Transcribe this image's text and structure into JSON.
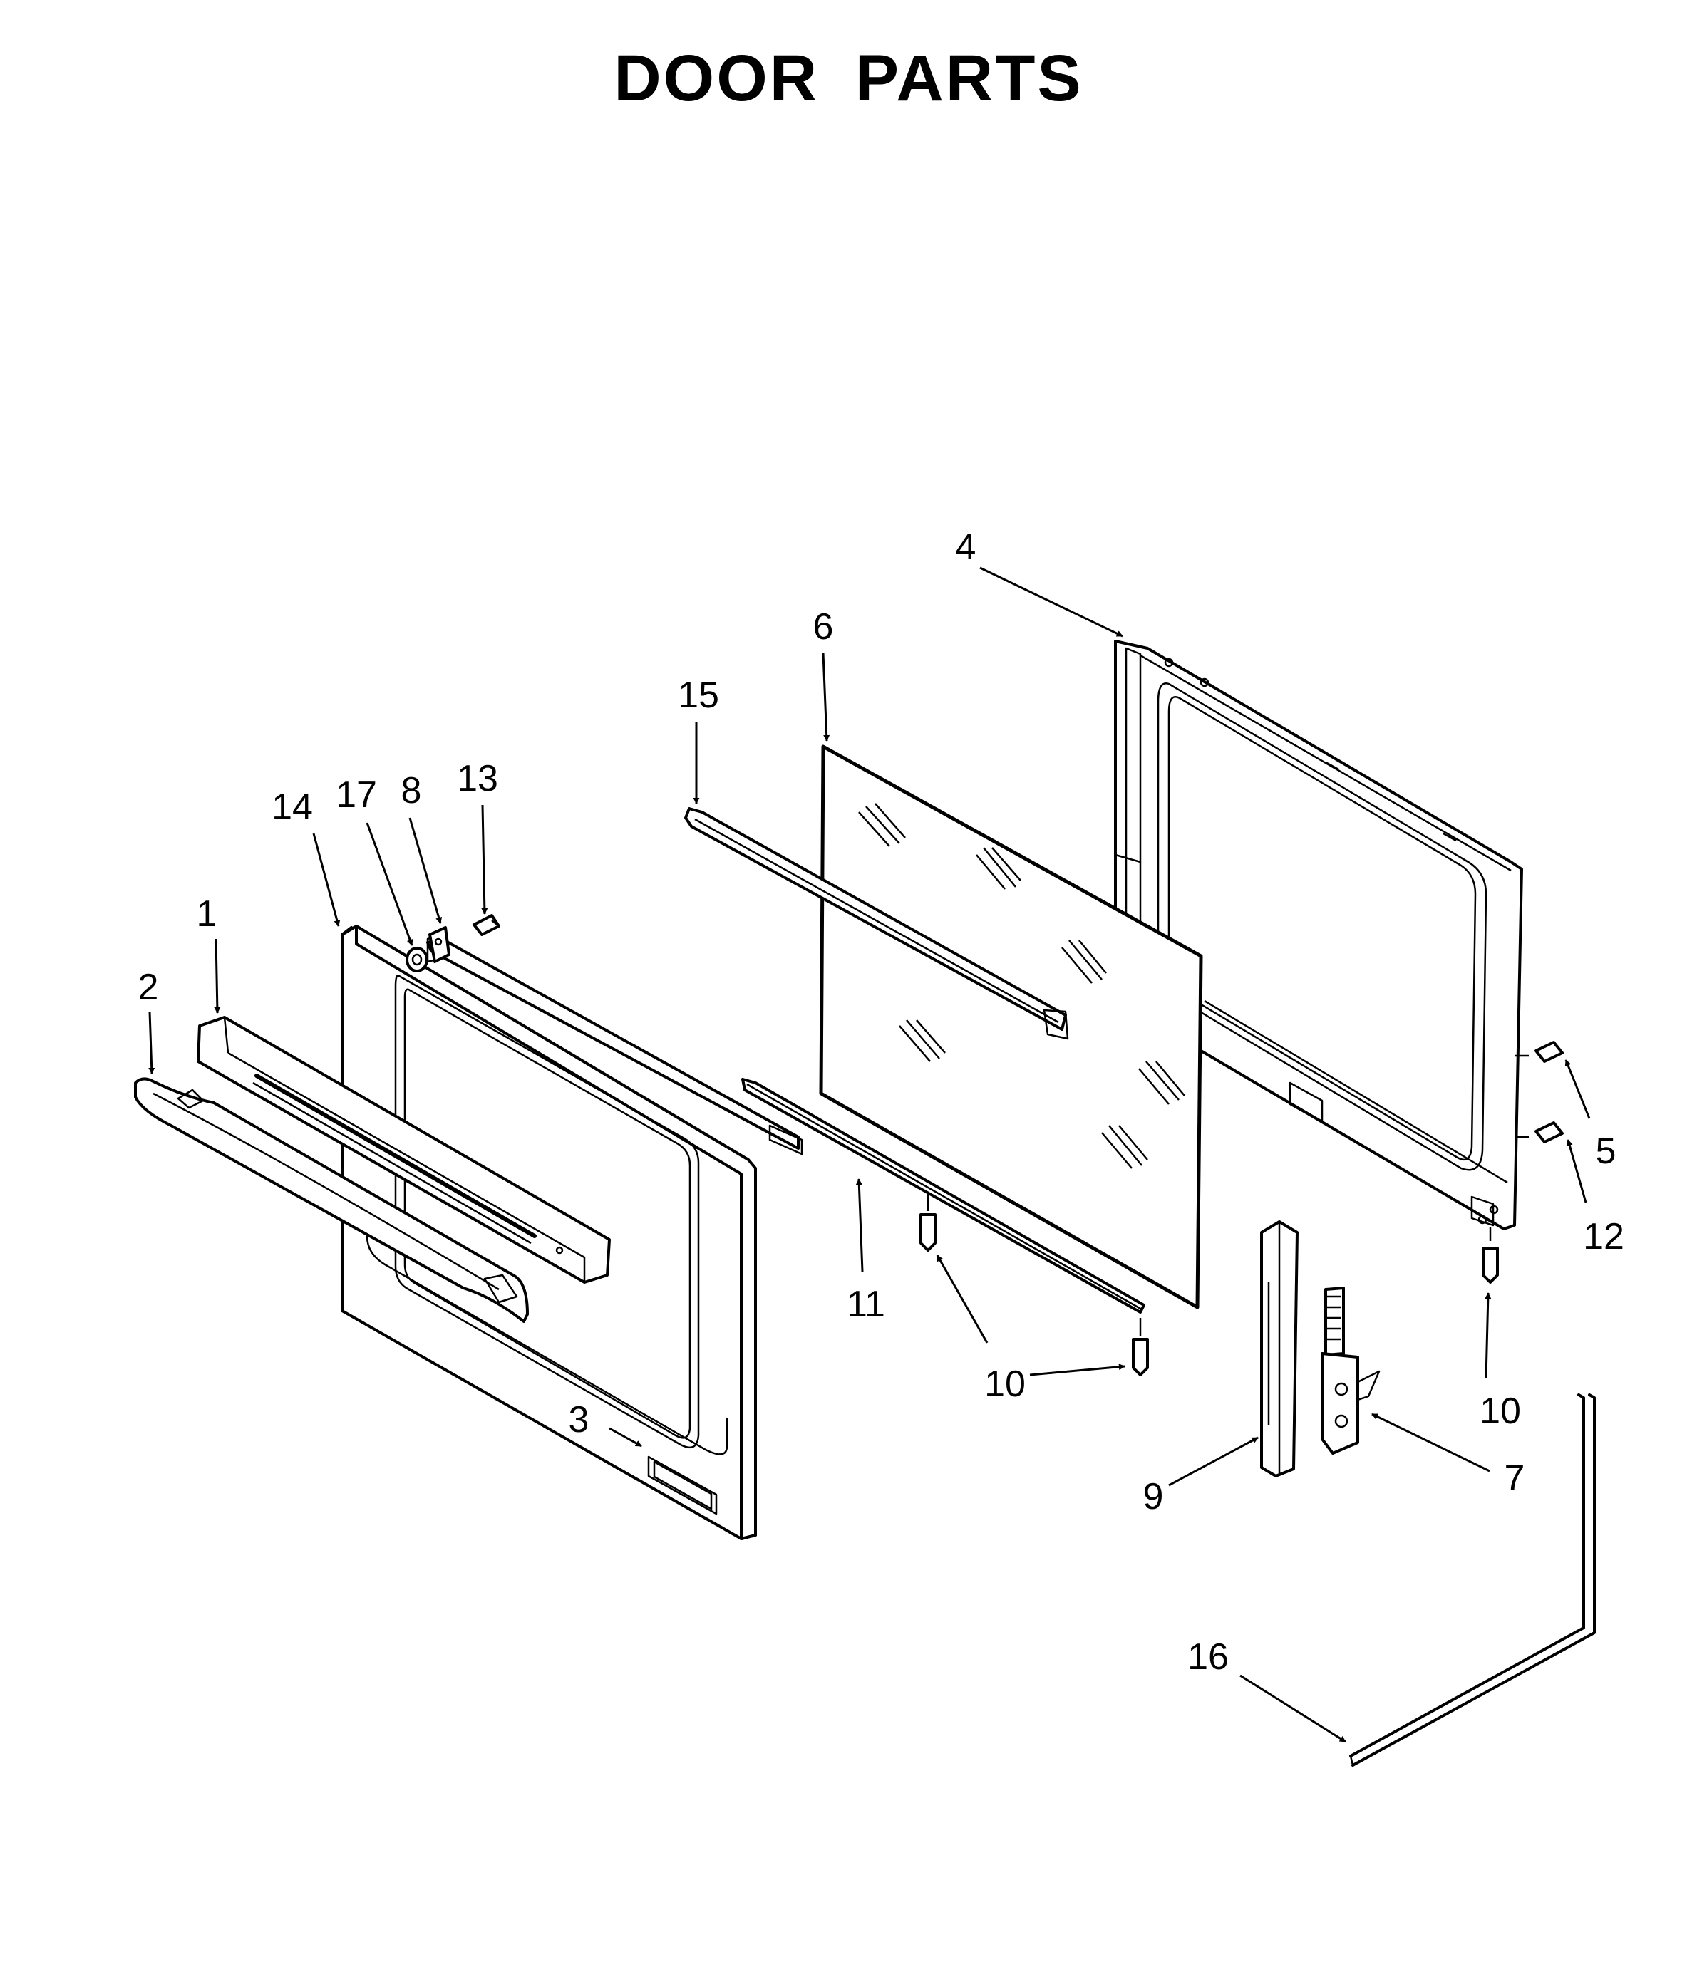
{
  "title": "DOOR PARTS",
  "callouts": {
    "c1": "1",
    "c2": "2",
    "c3": "3",
    "c4": "4",
    "c5": "5",
    "c6": "6",
    "c7": "7",
    "c8": "8",
    "c9": "9",
    "c10a": "10",
    "c10b": "10",
    "c11": "11",
    "c12": "12",
    "c13": "13",
    "c14": "14",
    "c15": "15",
    "c16": "16",
    "c17": "17"
  }
}
